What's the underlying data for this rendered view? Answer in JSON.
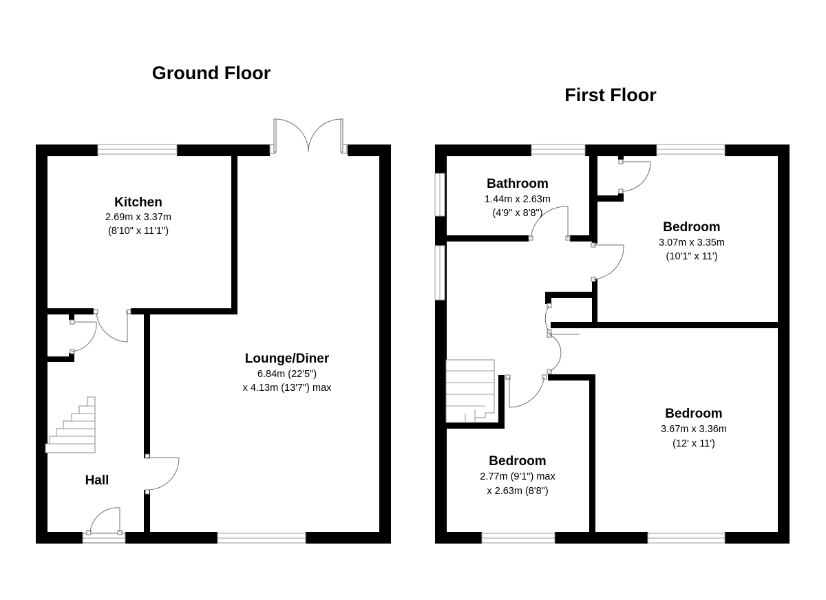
{
  "floors": {
    "ground": {
      "title": "Ground Floor",
      "rooms": {
        "kitchen": {
          "name": "Kitchen",
          "dim1": "2.69m x 3.37m",
          "dim2": "(8'10\" x 11'1\")"
        },
        "lounge": {
          "name": "Lounge/Diner",
          "dim1": "6.84m (22'5\")",
          "dim2": "x 4.13m (13'7\") max"
        },
        "hall": {
          "name": "Hall"
        }
      }
    },
    "first": {
      "title": "First Floor",
      "rooms": {
        "bathroom": {
          "name": "Bathroom",
          "dim1": "1.44m x 2.63m",
          "dim2": "(4'9\" x 8'8\")"
        },
        "bedroom1": {
          "name": "Bedroom",
          "dim1": "3.07m x 3.35m",
          "dim2": "(10'1\" x 11')"
        },
        "bedroom2": {
          "name": "Bedroom",
          "dim1": "3.67m x 3.36m",
          "dim2": "(12' x 11')"
        },
        "bedroom3": {
          "name": "Bedroom",
          "dim1": "2.77m (9'1\") max",
          "dim2": "x 2.63m (8'8\")"
        }
      }
    }
  },
  "colors": {
    "wall": "#000000",
    "fixture": "#9a9a9a",
    "background": "#ffffff"
  }
}
